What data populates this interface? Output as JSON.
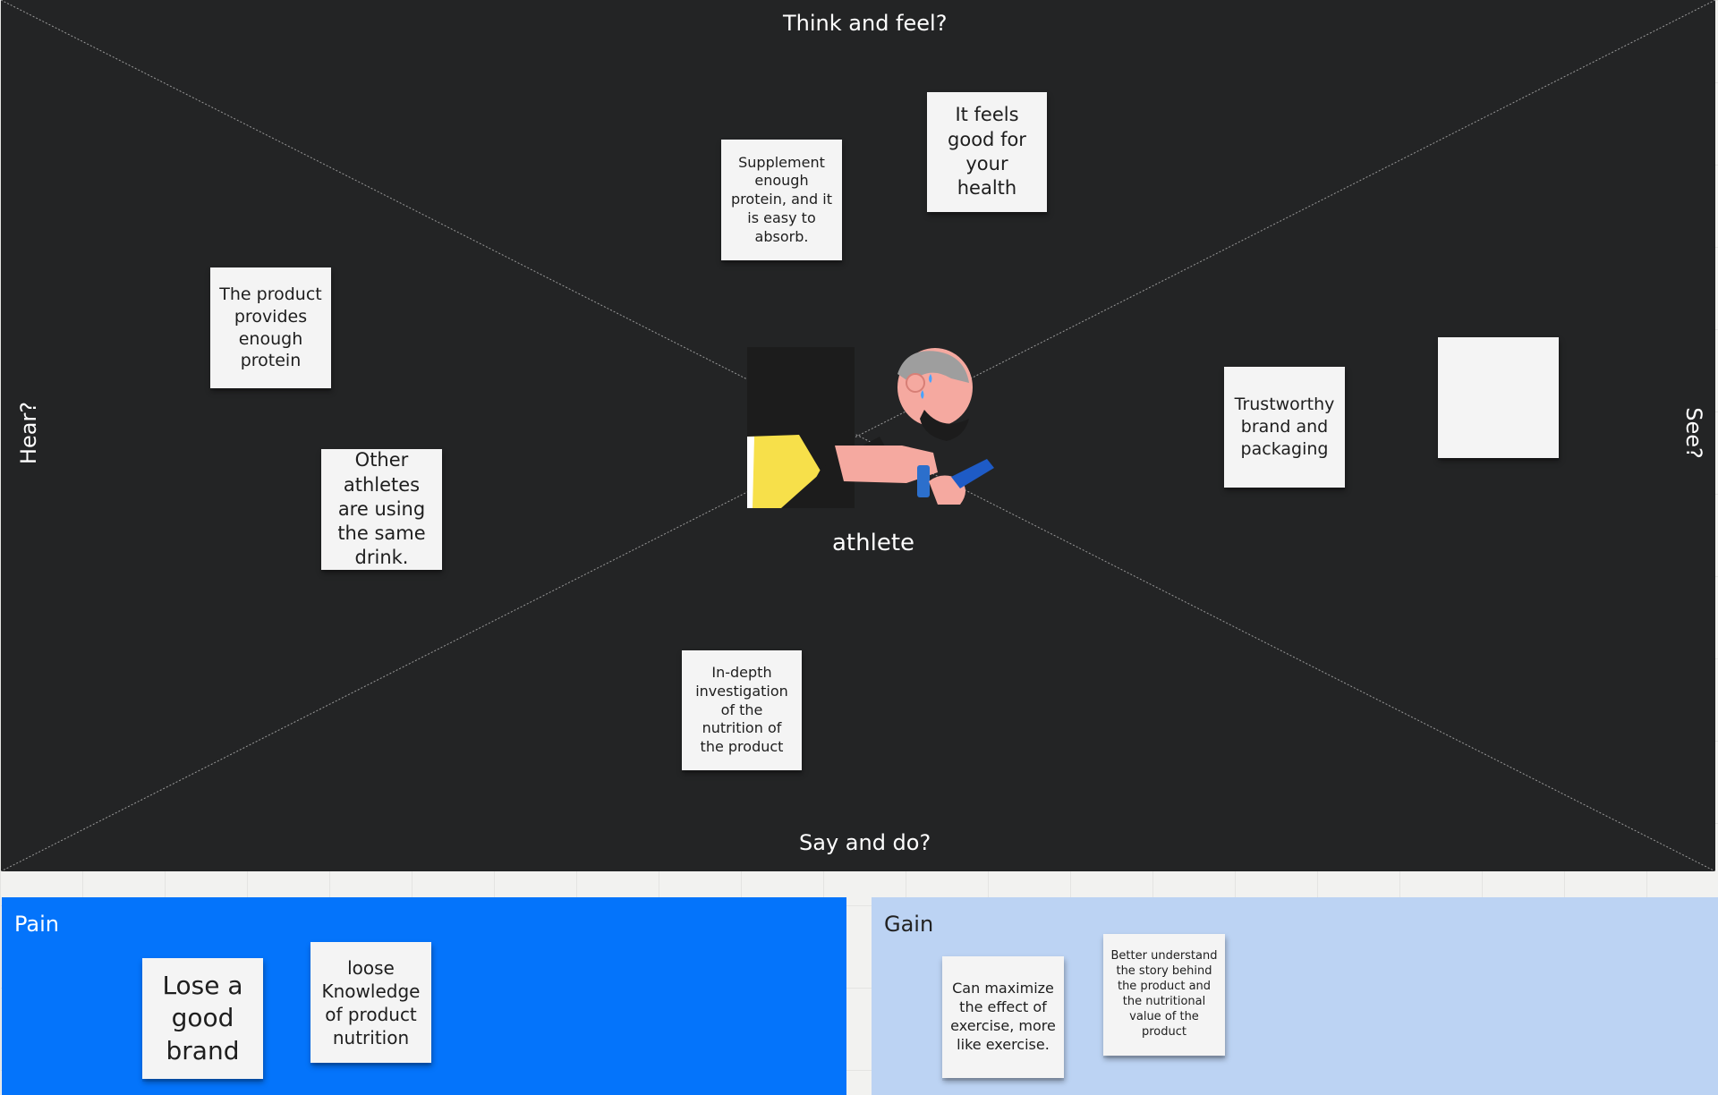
{
  "quadrants": {
    "top": "Think and feel?",
    "bottom": "Say and do?",
    "left": "Hear?",
    "right": "See?"
  },
  "persona": {
    "label": "athlete"
  },
  "stickies": {
    "think_1": "Supplement enough protein, and it is easy to absorb.",
    "think_2": "It feels good for your health",
    "hear_1": "The product provides enough protein",
    "hear_2": "Other athletes are using the same drink.",
    "see_1": "Trustworthy brand and packaging",
    "see_2": "",
    "say_1": "In-depth investigation of the nutrition of the product"
  },
  "pain": {
    "title": "Pain",
    "notes": [
      "Lose a good brand",
      "loose Knowledge of product nutrition"
    ]
  },
  "gain": {
    "title": "Gain",
    "notes": [
      "Can maximize the effect of exercise, more like exercise.",
      "Better understand the story behind the product and the nutritional value of the product"
    ]
  },
  "colors": {
    "board": "#232425",
    "pain": "#0474fb",
    "gain": "#bcd3f3",
    "sticky": "#f4f4f4"
  }
}
